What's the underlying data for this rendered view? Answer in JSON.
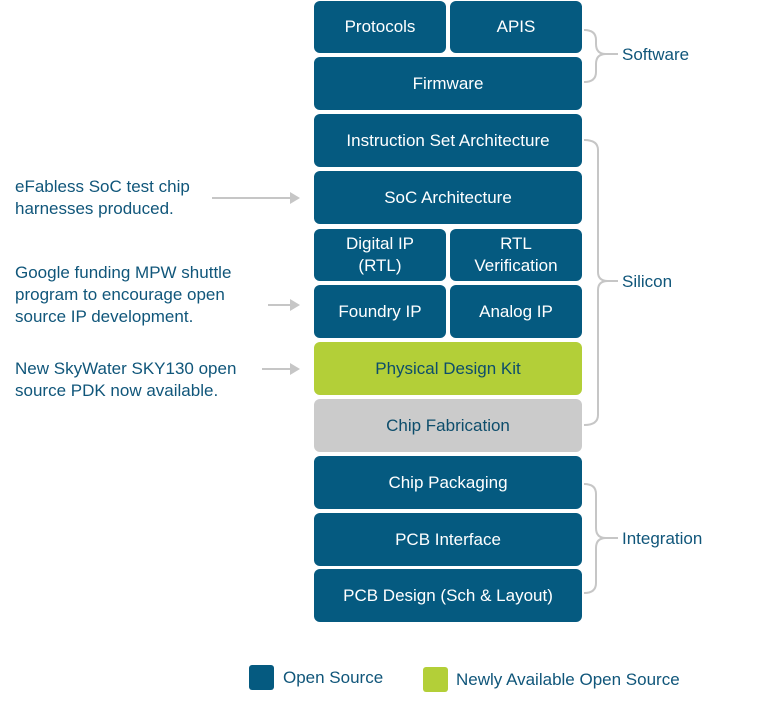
{
  "colors": {
    "open_source": "#055a80",
    "newly_available": "#b3cf38",
    "fabrication": "#cbcbcb",
    "text": "#10567a",
    "connector": "#c6c6c6"
  },
  "blocks": {
    "protocols": "Protocols",
    "apis": "APIS",
    "firmware": "Firmware",
    "isa": "Instruction Set Architecture",
    "soc_arch": "SoC Architecture",
    "digital_ip": "Digital IP\n(RTL)",
    "rtl_verification": "RTL\nVerification",
    "foundry_ip": "Foundry IP",
    "analog_ip": "Analog IP",
    "pdk": "Physical Design Kit",
    "chip_fab": "Chip Fabrication",
    "chip_packaging": "Chip Packaging",
    "pcb_interface": "PCB Interface",
    "pcb_design": "PCB Design (Sch & Layout)"
  },
  "groups": {
    "software": "Software",
    "silicon": "Silicon",
    "integration": "Integration"
  },
  "annotations": {
    "efabless": "eFabless SoC test chip\nharnesses produced.",
    "google": "Google funding MPW shuttle\nprogram to encourage open\nsource IP development.",
    "skywater": "New SkyWater SKY130 open\nsource PDK now available."
  },
  "legend": {
    "open_source": "Open Source",
    "newly_available": "Newly Available Open Source"
  }
}
